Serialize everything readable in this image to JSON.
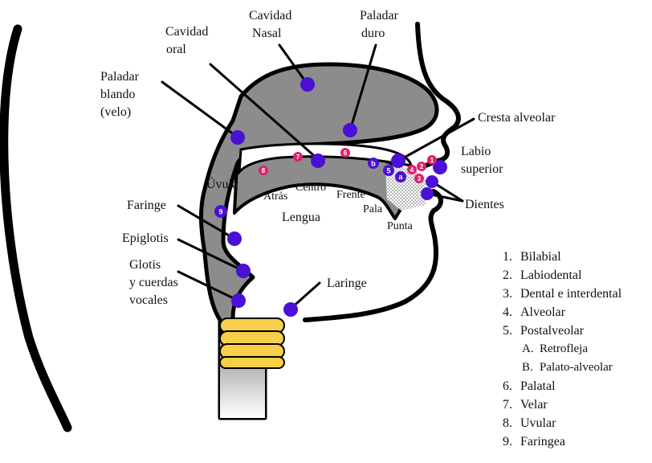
{
  "labels": {
    "cavidad_nasal": [
      "Cavidad",
      "Nasal"
    ],
    "paladar_duro": [
      "Paladar",
      "duro"
    ],
    "cavidad_oral": [
      "Cavidad",
      "oral"
    ],
    "paladar_blando": [
      "Paladar",
      "blando",
      "(velo)"
    ],
    "cresta_alveolar": "Cresta alveolar",
    "labio_superior": [
      "Labio",
      "superior"
    ],
    "uvula": "Úvula",
    "atras": "Atrás",
    "centro": "Centro",
    "frente": "Frente",
    "pala": "Pala",
    "punta": "Punta",
    "lengua": "Lengua",
    "dientes": "Dientes",
    "faringe": "Faringe",
    "epiglotis": "Epiglotis",
    "glotis": [
      "Glotis",
      "y cuerdas",
      "vocales"
    ],
    "laringe": "Laringe"
  },
  "markers": {
    "m1": "1",
    "m2": "2",
    "m3": "3",
    "m4": "4",
    "m6": "6",
    "m7": "7",
    "m8": "8",
    "m9": "9",
    "m5": "5",
    "ma": "a",
    "mb": "b"
  },
  "legend": [
    {
      "num": "1.",
      "text": "Bilabial"
    },
    {
      "num": "2.",
      "text": "Labiodental"
    },
    {
      "num": "3.",
      "text": "Dental e interdental"
    },
    {
      "num": "4.",
      "text": "Alveolar"
    },
    {
      "num": "5.",
      "text": "Postalveolar"
    },
    {
      "num": "A.",
      "text": "Retrofleja"
    },
    {
      "num": "B.",
      "text": "Palato-alveolar"
    },
    {
      "num": "6.",
      "text": "Palatal"
    },
    {
      "num": "7.",
      "text": "Velar"
    },
    {
      "num": "8.",
      "text": "Uvular"
    },
    {
      "num": "9.",
      "text": "Faringea"
    }
  ],
  "colors": {
    "tract_fill": "#8c8c8c",
    "outline": "#000000",
    "purple_dot": "#4a10d6",
    "pink_dot": "#e0206e",
    "trachea_rings": "#f7cf4a"
  }
}
